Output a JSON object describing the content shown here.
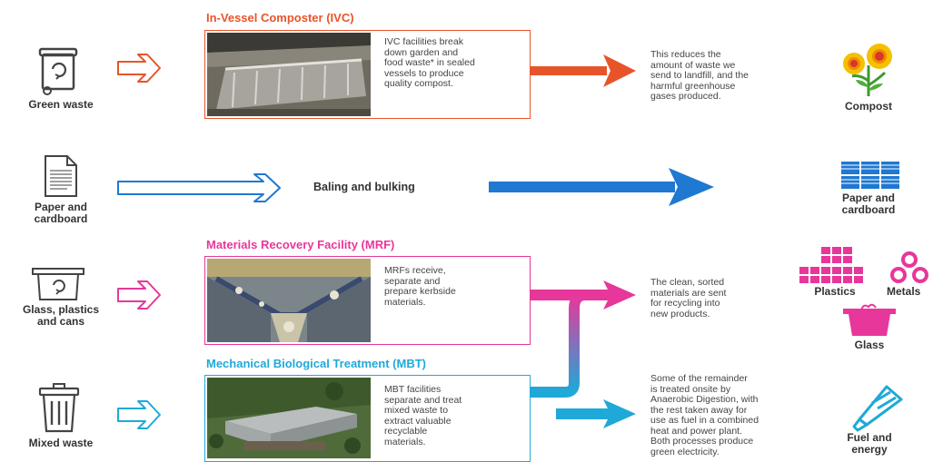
{
  "colors": {
    "ivc": "#e8542a",
    "paper": "#1f78d1",
    "mrf": "#e8379a",
    "mbt": "#1fa9d8",
    "text": "#333333"
  },
  "rows": {
    "green_waste": {
      "input_label": "Green waste",
      "facility_title": "In-Vessel Composter (IVC)",
      "facility_text": [
        "IVC facilities break",
        "down garden and",
        "food waste* in sealed",
        "vessels to produce",
        "quality compost."
      ],
      "outcome_text": [
        "This reduces the",
        "amount of waste we",
        "send to landfill, and the",
        "harmful greenhouse",
        "gases produced."
      ],
      "output_label": "Compost"
    },
    "paper": {
      "input_label": [
        "Paper and",
        "cardboard"
      ],
      "process_label": "Baling and bulking",
      "output_label": [
        "Paper and",
        "cardboard"
      ]
    },
    "glass": {
      "input_label": [
        "Glass, plastics",
        "and cans"
      ],
      "facility_title": "Materials Recovery Facility (MRF)",
      "facility_text": [
        "MRFs receive,",
        "separate and",
        "prepare kerbside",
        "materials."
      ],
      "outcome_text": [
        "The clean, sorted",
        "materials are sent",
        "for recycling into",
        "new products."
      ],
      "output_labels": {
        "plastics": "Plastics",
        "metals": "Metals",
        "glass": "Glass"
      }
    },
    "mixed": {
      "input_label": "Mixed waste",
      "facility_title": "Mechanical Biological Treatment (MBT)",
      "facility_text": [
        "MBT facilities",
        "separate and treat",
        "mixed waste to",
        "extract valuable",
        "recyclable",
        "materials."
      ],
      "outcome_text": [
        "Some of the remainder",
        "is treated onsite by",
        "Anaerobic Digestion, with",
        "the rest taken away for",
        "use as fuel in a combined",
        "heat and power plant.",
        "Both processes produce",
        "green electricity."
      ],
      "output_label": [
        "Fuel and",
        "energy"
      ]
    }
  },
  "icons": [
    "green-bin-icon",
    "document-icon",
    "recycling-box-icon",
    "trash-can-icon",
    "flowers-icon",
    "paper-bundle-icon",
    "plastic-blocks-icon",
    "metal-cans-icon",
    "glass-bucket-icon",
    "lightbulb-icon"
  ]
}
